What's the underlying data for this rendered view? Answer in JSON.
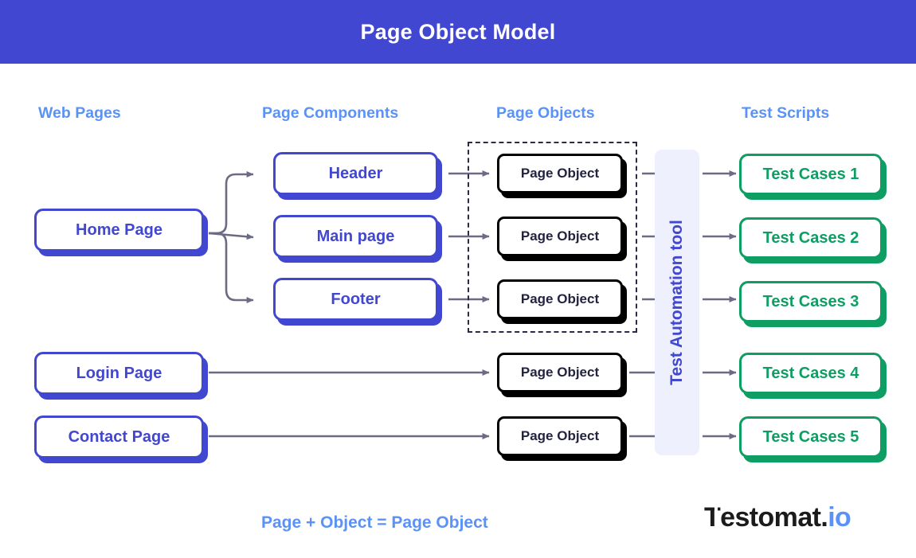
{
  "header": {
    "title": "Page Object Model",
    "bg_color": "#4147d1",
    "text_color": "#ffffff"
  },
  "colors": {
    "brand_blue": "#4147d1",
    "light_blue": "#5b92f5",
    "green": "#0e9e63",
    "black": "#000000",
    "tool_fill": "#eef0fd",
    "arrow": "#6b6b86"
  },
  "columns": [
    {
      "label": "Web Pages"
    },
    {
      "label": "Page Components"
    },
    {
      "label": "Page Objects"
    },
    {
      "label": "Test Scripts"
    }
  ],
  "web_pages": [
    {
      "label": "Home Page"
    },
    {
      "label": "Login Page"
    },
    {
      "label": "Contact Page"
    }
  ],
  "page_components": [
    {
      "label": "Header"
    },
    {
      "label": "Main page"
    },
    {
      "label": "Footer"
    }
  ],
  "page_objects": [
    {
      "label": "Page Object"
    },
    {
      "label": "Page Object"
    },
    {
      "label": "Page Object"
    },
    {
      "label": "Page Object"
    },
    {
      "label": "Page Object"
    }
  ],
  "automation_tool": {
    "label": "Test Automation tool"
  },
  "test_scripts": [
    {
      "label": "Test Cases 1"
    },
    {
      "label": "Test Cases 2"
    },
    {
      "label": "Test Cases 3"
    },
    {
      "label": "Test Cases 4"
    },
    {
      "label": "Test Cases 5"
    }
  ],
  "footer": {
    "caption": "Page + Object = Page Object"
  },
  "logo": {
    "t": "T",
    "dark": "estomat.",
    "blue": "io"
  }
}
